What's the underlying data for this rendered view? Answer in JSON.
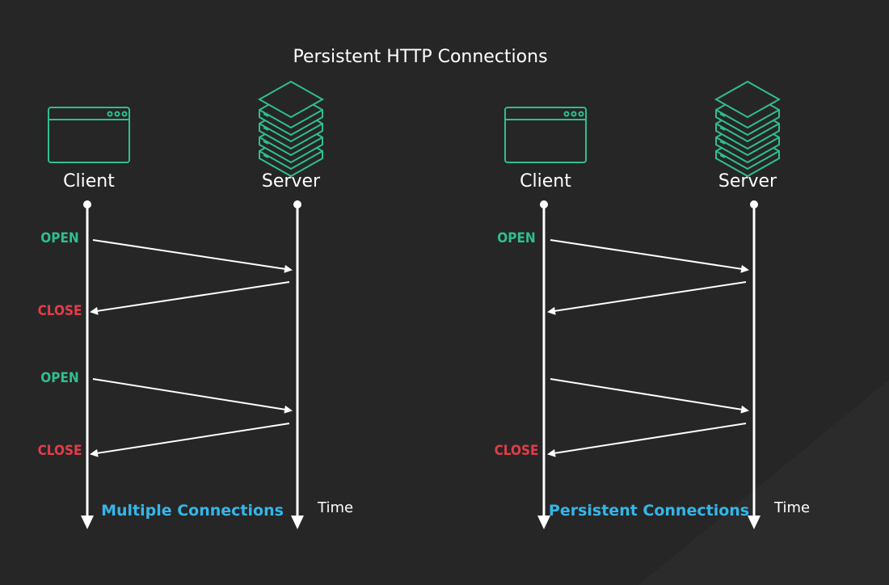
{
  "title": "Persistent HTTP Connections",
  "colors": {
    "background": "#262626",
    "icon_stroke": "#2fbf8e",
    "open": "#2fbf8e",
    "close": "#e23d4a",
    "caption": "#35b6e8",
    "line": "#ffffff"
  },
  "left": {
    "client_label": "Client",
    "server_label": "Server",
    "open_1": "OPEN",
    "close_1": "CLOSE",
    "open_2": "OPEN",
    "close_2": "CLOSE",
    "caption": "Multiple Connections",
    "time_label": "Time"
  },
  "right": {
    "client_label": "Client",
    "server_label": "Server",
    "open_1": "OPEN",
    "close_2": "CLOSE",
    "caption": "Persistent Connections",
    "time_label": "Time"
  }
}
